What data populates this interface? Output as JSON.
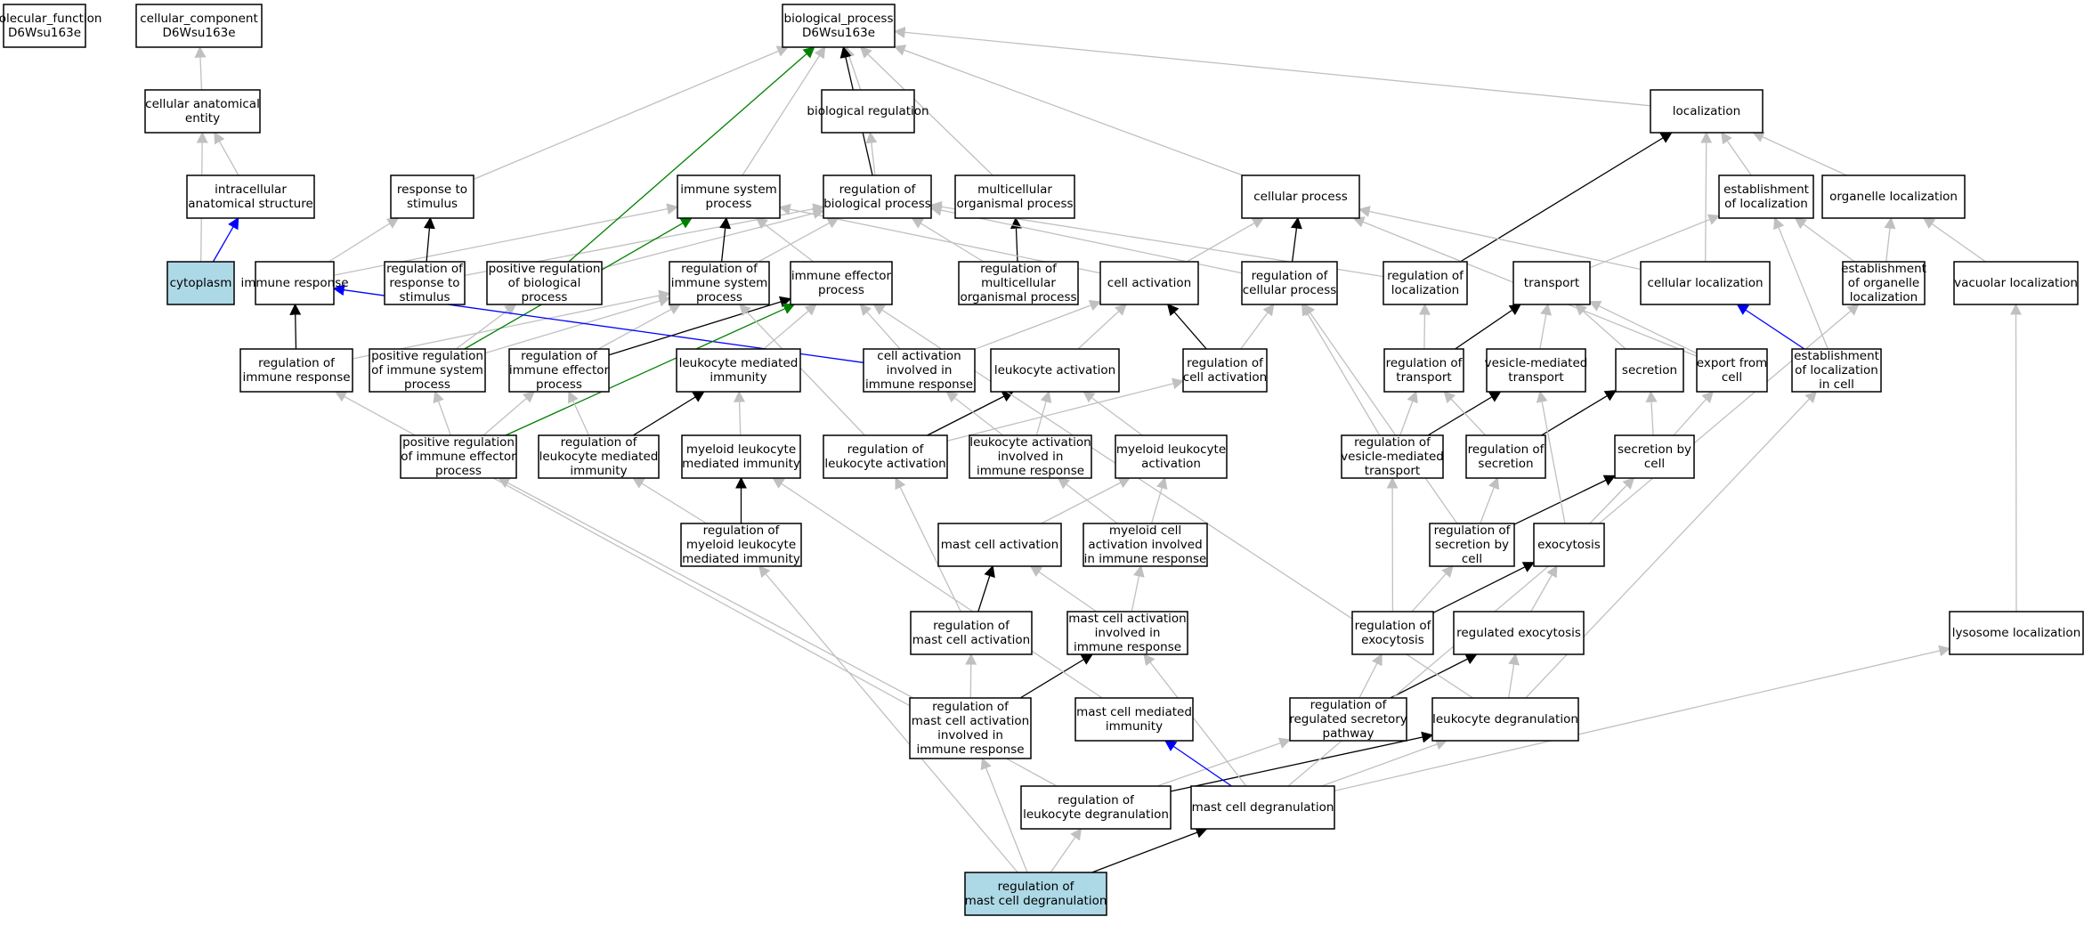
{
  "colors": {
    "is_a": "#c0c0c0",
    "regulates": "#000000",
    "positively_regulates": "#008000",
    "part_of": "#0000ff",
    "node_fill": "#ffffff",
    "highlight_fill": "#add8e6"
  },
  "nodes": [
    {
      "id": "mf",
      "lines": [
        "molecular_function",
        "D6Wsu163e"
      ]
    },
    {
      "id": "cc",
      "lines": [
        "cellular_component",
        "D6Wsu163e"
      ]
    },
    {
      "id": "bp",
      "lines": [
        "biological_process",
        "D6Wsu163e"
      ]
    },
    {
      "id": "cae",
      "lines": [
        "cellular anatomical",
        "entity"
      ]
    },
    {
      "id": "breg",
      "lines": [
        "biological regulation"
      ]
    },
    {
      "id": "loc",
      "lines": [
        "localization"
      ]
    },
    {
      "id": "ias",
      "lines": [
        "intracellular",
        "anatomical structure"
      ]
    },
    {
      "id": "rts",
      "lines": [
        "response to",
        "stimulus"
      ]
    },
    {
      "id": "isp",
      "lines": [
        "immune system",
        "process"
      ]
    },
    {
      "id": "rbp",
      "lines": [
        "regulation of",
        "biological process"
      ]
    },
    {
      "id": "mop",
      "lines": [
        "multicellular",
        "organismal process"
      ]
    },
    {
      "id": "cp",
      "lines": [
        "cellular process"
      ]
    },
    {
      "id": "eol",
      "lines": [
        "establishment",
        "of localization"
      ]
    },
    {
      "id": "orgloc",
      "lines": [
        "organelle localization"
      ]
    },
    {
      "id": "cyto",
      "lines": [
        "cytoplasm"
      ],
      "highlight": true
    },
    {
      "id": "ir",
      "lines": [
        "immune response"
      ]
    },
    {
      "id": "rrs",
      "lines": [
        "regulation of",
        "response to",
        "stimulus"
      ]
    },
    {
      "id": "prbp",
      "lines": [
        "positive regulation",
        "of biological",
        "process"
      ]
    },
    {
      "id": "risp",
      "lines": [
        "regulation of",
        "immune system",
        "process"
      ]
    },
    {
      "id": "iep",
      "lines": [
        "immune effector",
        "process"
      ]
    },
    {
      "id": "rmop",
      "lines": [
        "regulation of",
        "multicellular",
        "organismal process"
      ]
    },
    {
      "id": "ca",
      "lines": [
        "cell activation"
      ]
    },
    {
      "id": "rcp",
      "lines": [
        "regulation of",
        "cellular process"
      ]
    },
    {
      "id": "rloc",
      "lines": [
        "regulation of",
        "localization"
      ]
    },
    {
      "id": "trans",
      "lines": [
        "transport"
      ]
    },
    {
      "id": "cloc",
      "lines": [
        "cellular localization"
      ]
    },
    {
      "id": "eoloc",
      "lines": [
        "establishment",
        "of organelle",
        "localization"
      ]
    },
    {
      "id": "vacloc",
      "lines": [
        "vacuolar localization"
      ]
    },
    {
      "id": "rir",
      "lines": [
        "regulation of",
        "immune response"
      ]
    },
    {
      "id": "prisp",
      "lines": [
        "positive regulation",
        "of immune system",
        "process"
      ]
    },
    {
      "id": "riep",
      "lines": [
        "regulation of",
        "immune effector",
        "process"
      ]
    },
    {
      "id": "lmi",
      "lines": [
        "leukocyte mediated",
        "immunity"
      ]
    },
    {
      "id": "cair",
      "lines": [
        "cell activation",
        "involved in",
        "immune response"
      ]
    },
    {
      "id": "la",
      "lines": [
        "leukocyte activation"
      ]
    },
    {
      "id": "rca",
      "lines": [
        "regulation of",
        "cell activation"
      ]
    },
    {
      "id": "rtrans",
      "lines": [
        "regulation of",
        "transport"
      ]
    },
    {
      "id": "vmt",
      "lines": [
        "vesicle-mediated",
        "transport"
      ]
    },
    {
      "id": "sec",
      "lines": [
        "secretion"
      ]
    },
    {
      "id": "efc",
      "lines": [
        "export from",
        "cell"
      ]
    },
    {
      "id": "elc",
      "lines": [
        "establishment",
        "of localization",
        "in cell"
      ]
    },
    {
      "id": "priep",
      "lines": [
        "positive regulation",
        "of immune effector",
        "process"
      ]
    },
    {
      "id": "rlmi",
      "lines": [
        "regulation of",
        "leukocyte mediated",
        "immunity"
      ]
    },
    {
      "id": "mlmi",
      "lines": [
        "myeloid leukocyte",
        "mediated immunity"
      ]
    },
    {
      "id": "rla",
      "lines": [
        "regulation of",
        "leukocyte activation"
      ]
    },
    {
      "id": "lair",
      "lines": [
        "leukocyte activation",
        "involved in",
        "immune response"
      ]
    },
    {
      "id": "mla",
      "lines": [
        "myeloid leukocyte",
        "activation"
      ]
    },
    {
      "id": "rvmt",
      "lines": [
        "regulation of",
        "vesicle-mediated",
        "transport"
      ]
    },
    {
      "id": "rsec",
      "lines": [
        "regulation of",
        "secretion"
      ]
    },
    {
      "id": "sbc",
      "lines": [
        "secretion by",
        "cell"
      ]
    },
    {
      "id": "rmlmi",
      "lines": [
        "regulation of",
        "myeloid leukocyte",
        "mediated immunity"
      ]
    },
    {
      "id": "mca",
      "lines": [
        "mast cell activation"
      ]
    },
    {
      "id": "mcair",
      "lines": [
        "myeloid cell",
        "activation involved",
        "in immune response"
      ]
    },
    {
      "id": "rsbc",
      "lines": [
        "regulation of",
        "secretion by",
        "cell"
      ]
    },
    {
      "id": "exo",
      "lines": [
        "exocytosis"
      ]
    },
    {
      "id": "rmca",
      "lines": [
        "regulation of",
        "mast cell activation"
      ]
    },
    {
      "id": "mcaiir",
      "lines": [
        "mast cell activation",
        "involved in",
        "immune response"
      ]
    },
    {
      "id": "rexo",
      "lines": [
        "regulation of",
        "exocytosis"
      ]
    },
    {
      "id": "regexo",
      "lines": [
        "regulated exocytosis"
      ]
    },
    {
      "id": "lysloc",
      "lines": [
        "lysosome localization"
      ]
    },
    {
      "id": "rmcaiir",
      "lines": [
        "regulation of",
        "mast cell activation",
        "involved in",
        "immune response"
      ]
    },
    {
      "id": "mcmi",
      "lines": [
        "mast cell mediated",
        "immunity"
      ]
    },
    {
      "id": "rrsp",
      "lines": [
        "regulation of",
        "regulated secretory",
        "pathway"
      ]
    },
    {
      "id": "ldg",
      "lines": [
        "leukocyte degranulation"
      ]
    },
    {
      "id": "rldg",
      "lines": [
        "regulation of",
        "leukocyte degranulation"
      ]
    },
    {
      "id": "mcd",
      "lines": [
        "mast cell degranulation"
      ]
    },
    {
      "id": "rmcd",
      "lines": [
        "regulation of",
        "mast cell degranulation"
      ],
      "highlight": true
    }
  ],
  "edges": [
    {
      "from": "cae",
      "to": "cc",
      "type": "is_a"
    },
    {
      "from": "breg",
      "to": "bp",
      "type": "is_a"
    },
    {
      "from": "loc",
      "to": "bp",
      "type": "is_a"
    },
    {
      "from": "ias",
      "to": "cae",
      "type": "is_a"
    },
    {
      "from": "rts",
      "to": "bp",
      "type": "is_a"
    },
    {
      "from": "isp",
      "to": "bp",
      "type": "is_a"
    },
    {
      "from": "rbp",
      "to": "bp",
      "type": "regulates"
    },
    {
      "from": "rbp",
      "to": "breg",
      "type": "is_a"
    },
    {
      "from": "mop",
      "to": "bp",
      "type": "is_a"
    },
    {
      "from": "cp",
      "to": "bp",
      "type": "is_a"
    },
    {
      "from": "eol",
      "to": "loc",
      "type": "is_a"
    },
    {
      "from": "orgloc",
      "to": "loc",
      "type": "is_a"
    },
    {
      "from": "cyto",
      "to": "cae",
      "type": "is_a"
    },
    {
      "from": "cyto",
      "to": "ias",
      "type": "part_of"
    },
    {
      "from": "ir",
      "to": "rts",
      "type": "is_a"
    },
    {
      "from": "ir",
      "to": "isp",
      "type": "is_a"
    },
    {
      "from": "rrs",
      "to": "rts",
      "type": "regulates"
    },
    {
      "from": "rrs",
      "to": "rbp",
      "type": "is_a"
    },
    {
      "from": "prbp",
      "to": "bp",
      "type": "positively_regulates"
    },
    {
      "from": "prbp",
      "to": "rbp",
      "type": "is_a"
    },
    {
      "from": "risp",
      "to": "isp",
      "type": "regulates"
    },
    {
      "from": "risp",
      "to": "rbp",
      "type": "is_a"
    },
    {
      "from": "iep",
      "to": "isp",
      "type": "is_a"
    },
    {
      "from": "rmop",
      "to": "mop",
      "type": "regulates"
    },
    {
      "from": "rmop",
      "to": "rbp",
      "type": "is_a"
    },
    {
      "from": "ca",
      "to": "cp",
      "type": "is_a"
    },
    {
      "from": "ca",
      "to": "isp",
      "type": "is_a"
    },
    {
      "from": "rcp",
      "to": "cp",
      "type": "regulates"
    },
    {
      "from": "rcp",
      "to": "rbp",
      "type": "is_a"
    },
    {
      "from": "rloc",
      "to": "loc",
      "type": "regulates"
    },
    {
      "from": "rloc",
      "to": "rbp",
      "type": "is_a"
    },
    {
      "from": "trans",
      "to": "eol",
      "type": "is_a"
    },
    {
      "from": "cloc",
      "to": "loc",
      "type": "is_a"
    },
    {
      "from": "cloc",
      "to": "cp",
      "type": "is_a"
    },
    {
      "from": "eoloc",
      "to": "eol",
      "type": "is_a"
    },
    {
      "from": "eoloc",
      "to": "orgloc",
      "type": "is_a"
    },
    {
      "from": "vacloc",
      "to": "orgloc",
      "type": "is_a"
    },
    {
      "from": "rir",
      "to": "ir",
      "type": "regulates"
    },
    {
      "from": "rir",
      "to": "risp",
      "type": "is_a"
    },
    {
      "from": "prisp",
      "to": "isp",
      "type": "positively_regulates"
    },
    {
      "from": "prisp",
      "to": "prbp",
      "type": "is_a"
    },
    {
      "from": "prisp",
      "to": "risp",
      "type": "is_a"
    },
    {
      "from": "riep",
      "to": "iep",
      "type": "regulates"
    },
    {
      "from": "riep",
      "to": "risp",
      "type": "is_a"
    },
    {
      "from": "lmi",
      "to": "iep",
      "type": "is_a"
    },
    {
      "from": "cair",
      "to": "ir",
      "type": "part_of"
    },
    {
      "from": "cair",
      "to": "ca",
      "type": "is_a"
    },
    {
      "from": "cair",
      "to": "iep",
      "type": "is_a"
    },
    {
      "from": "la",
      "to": "ca",
      "type": "is_a"
    },
    {
      "from": "rca",
      "to": "ca",
      "type": "regulates"
    },
    {
      "from": "rca",
      "to": "rcp",
      "type": "is_a"
    },
    {
      "from": "rtrans",
      "to": "trans",
      "type": "regulates"
    },
    {
      "from": "rtrans",
      "to": "rloc",
      "type": "is_a"
    },
    {
      "from": "vmt",
      "to": "trans",
      "type": "is_a"
    },
    {
      "from": "sec",
      "to": "trans",
      "type": "is_a"
    },
    {
      "from": "efc",
      "to": "trans",
      "type": "is_a"
    },
    {
      "from": "efc",
      "to": "cp",
      "type": "is_a"
    },
    {
      "from": "elc",
      "to": "cloc",
      "type": "part_of"
    },
    {
      "from": "elc",
      "to": "eol",
      "type": "is_a"
    },
    {
      "from": "priep",
      "to": "iep",
      "type": "positively_regulates"
    },
    {
      "from": "priep",
      "to": "prisp",
      "type": "is_a"
    },
    {
      "from": "priep",
      "to": "riep",
      "type": "is_a"
    },
    {
      "from": "rlmi",
      "to": "lmi",
      "type": "regulates"
    },
    {
      "from": "rlmi",
      "to": "riep",
      "type": "is_a"
    },
    {
      "from": "mlmi",
      "to": "lmi",
      "type": "is_a"
    },
    {
      "from": "rla",
      "to": "la",
      "type": "regulates"
    },
    {
      "from": "rla",
      "to": "rca",
      "type": "is_a"
    },
    {
      "from": "rla",
      "to": "risp",
      "type": "is_a"
    },
    {
      "from": "lair",
      "to": "la",
      "type": "is_a"
    },
    {
      "from": "lair",
      "to": "cair",
      "type": "is_a"
    },
    {
      "from": "mla",
      "to": "la",
      "type": "is_a"
    },
    {
      "from": "rvmt",
      "to": "vmt",
      "type": "regulates"
    },
    {
      "from": "rvmt",
      "to": "rtrans",
      "type": "is_a"
    },
    {
      "from": "rvmt",
      "to": "rcp",
      "type": "is_a"
    },
    {
      "from": "rsec",
      "to": "sec",
      "type": "regulates"
    },
    {
      "from": "rsec",
      "to": "rtrans",
      "type": "is_a"
    },
    {
      "from": "sbc",
      "to": "sec",
      "type": "is_a"
    },
    {
      "from": "sbc",
      "to": "efc",
      "type": "is_a"
    },
    {
      "from": "rmlmi",
      "to": "mlmi",
      "type": "regulates"
    },
    {
      "from": "rmlmi",
      "to": "rlmi",
      "type": "is_a"
    },
    {
      "from": "mca",
      "to": "mla",
      "type": "is_a"
    },
    {
      "from": "mcair",
      "to": "mla",
      "type": "is_a"
    },
    {
      "from": "mcair",
      "to": "lair",
      "type": "is_a"
    },
    {
      "from": "rsbc",
      "to": "sbc",
      "type": "regulates"
    },
    {
      "from": "rsbc",
      "to": "rsec",
      "type": "is_a"
    },
    {
      "from": "rsbc",
      "to": "rcp",
      "type": "is_a"
    },
    {
      "from": "exo",
      "to": "sbc",
      "type": "is_a"
    },
    {
      "from": "exo",
      "to": "vmt",
      "type": "is_a"
    },
    {
      "from": "rmca",
      "to": "mca",
      "type": "regulates"
    },
    {
      "from": "rmca",
      "to": "rla",
      "type": "is_a"
    },
    {
      "from": "mcaiir",
      "to": "mca",
      "type": "is_a"
    },
    {
      "from": "mcaiir",
      "to": "mcair",
      "type": "is_a"
    },
    {
      "from": "rexo",
      "to": "exo",
      "type": "regulates"
    },
    {
      "from": "rexo",
      "to": "rsbc",
      "type": "is_a"
    },
    {
      "from": "rexo",
      "to": "rvmt",
      "type": "is_a"
    },
    {
      "from": "regexo",
      "to": "exo",
      "type": "is_a"
    },
    {
      "from": "lysloc",
      "to": "vacloc",
      "type": "is_a"
    },
    {
      "from": "rmcaiir",
      "to": "mcaiir",
      "type": "regulates"
    },
    {
      "from": "rmcaiir",
      "to": "rmca",
      "type": "is_a"
    },
    {
      "from": "rmcaiir",
      "to": "priep",
      "type": "is_a"
    },
    {
      "from": "mcmi",
      "to": "mlmi",
      "type": "is_a"
    },
    {
      "from": "rrsp",
      "to": "regexo",
      "type": "regulates"
    },
    {
      "from": "rrsp",
      "to": "rexo",
      "type": "is_a"
    },
    {
      "from": "ldg",
      "to": "regexo",
      "type": "is_a"
    },
    {
      "from": "ldg",
      "to": "elc",
      "type": "is_a"
    },
    {
      "from": "ldg",
      "to": "iep",
      "type": "is_a"
    },
    {
      "from": "rldg",
      "to": "ldg",
      "type": "regulates"
    },
    {
      "from": "rldg",
      "to": "rrsp",
      "type": "is_a"
    },
    {
      "from": "rldg",
      "to": "rir",
      "type": "is_a"
    },
    {
      "from": "mcd",
      "to": "mcmi",
      "type": "part_of"
    },
    {
      "from": "mcd",
      "to": "ldg",
      "type": "is_a"
    },
    {
      "from": "mcd",
      "to": "mcaiir",
      "type": "is_a"
    },
    {
      "from": "mcd",
      "to": "lysloc",
      "type": "is_a"
    },
    {
      "from": "mcd",
      "to": "eoloc",
      "type": "is_a"
    },
    {
      "from": "rmcd",
      "to": "mcd",
      "type": "regulates"
    },
    {
      "from": "rmcd",
      "to": "rldg",
      "type": "is_a"
    },
    {
      "from": "rmcd",
      "to": "rmcaiir",
      "type": "is_a"
    },
    {
      "from": "rmcd",
      "to": "rmlmi",
      "type": "is_a"
    }
  ]
}
